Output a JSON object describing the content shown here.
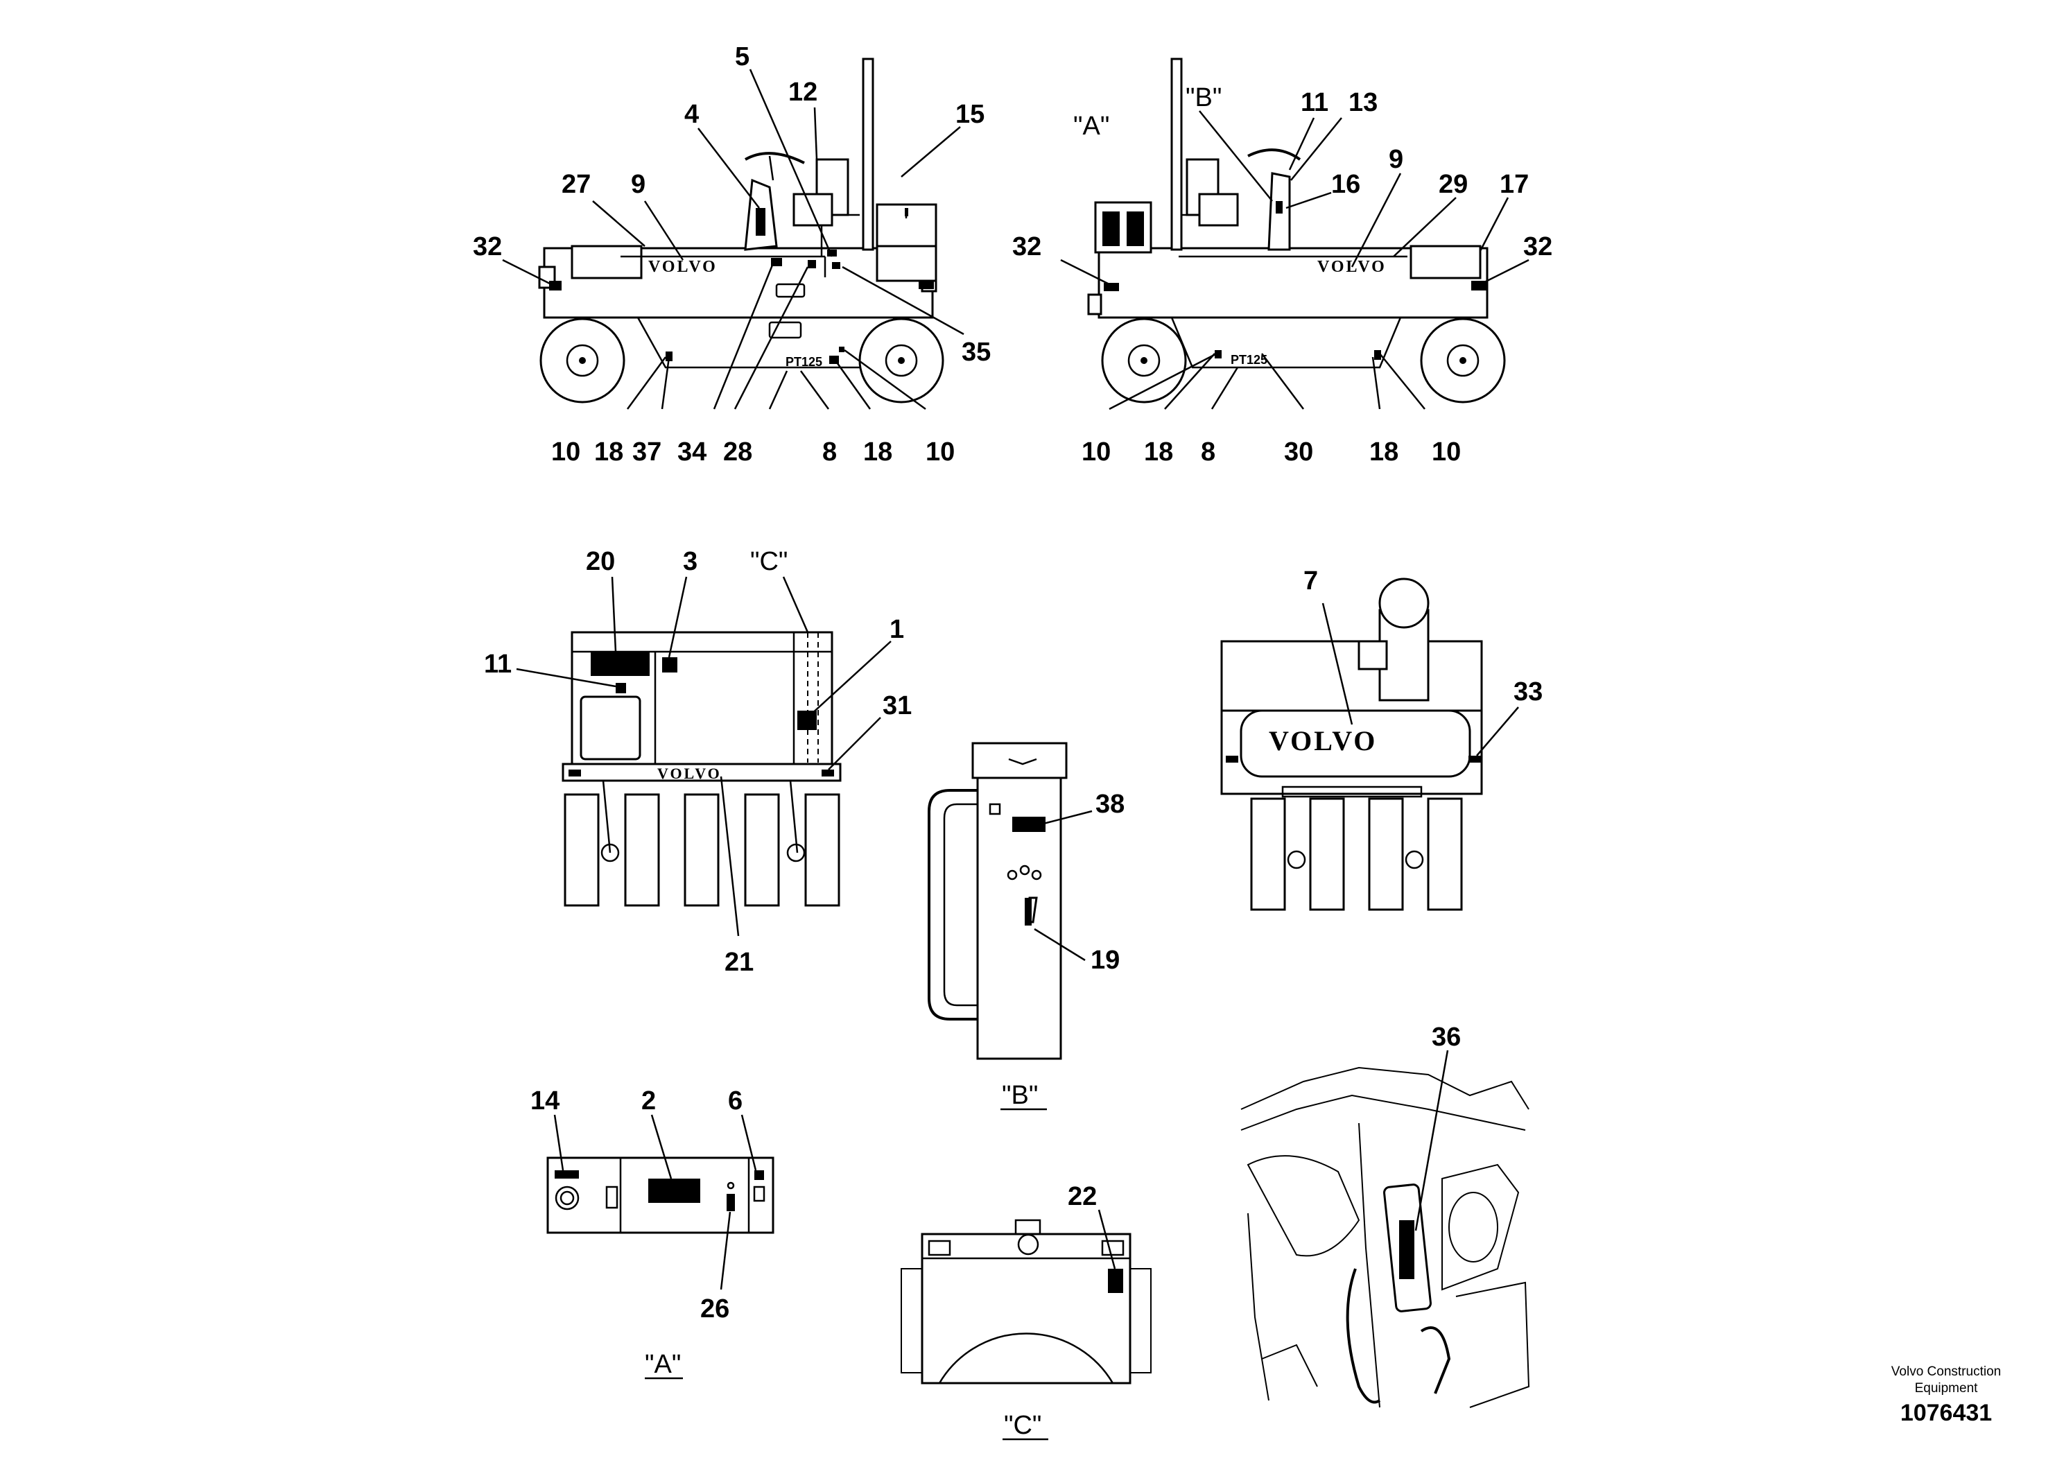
{
  "brand_text": "VOLVO",
  "model_text": "PT125",
  "view_labels": {
    "a": "\"A\"",
    "b": "\"B\"",
    "c": "\"C\""
  },
  "callouts": {
    "side_left": [
      "5",
      "12",
      "15",
      "4",
      "27",
      "9",
      "32",
      "35",
      "10",
      "18",
      "37",
      "34",
      "28",
      "8",
      "18",
      "10"
    ],
    "side_right": [
      "11",
      "13",
      "16",
      "9",
      "29",
      "17",
      "32",
      "32",
      "10",
      "18",
      "8",
      "30",
      "18",
      "10"
    ],
    "rear": [
      "20",
      "3",
      "1",
      "11",
      "31",
      "21"
    ],
    "front": [
      "7",
      "33"
    ],
    "console": [
      "38",
      "19"
    ],
    "panel_a": [
      "14",
      "2",
      "6",
      "26"
    ],
    "panel_c": [
      "22"
    ],
    "engine_detail": [
      "36"
    ]
  },
  "footer": {
    "company": "Volvo Construction Equipment",
    "doc_number": "1076431"
  }
}
